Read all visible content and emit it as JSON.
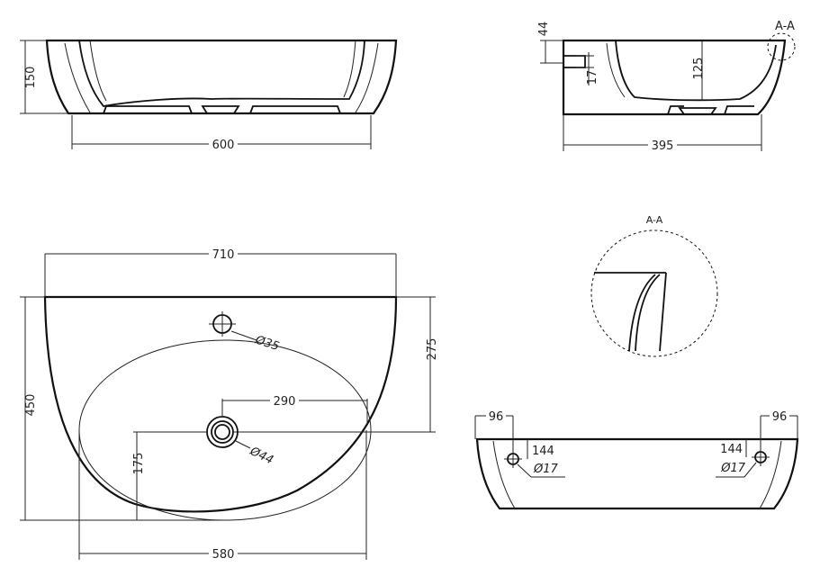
{
  "front_view": {
    "height_label": "150",
    "width_label": "600"
  },
  "side_view": {
    "depth_44_label": "44",
    "depth_17_label": "17",
    "depth_125_label": "125",
    "width_label": "395",
    "section_label": "A-A"
  },
  "detail_view": {
    "label": "A-A"
  },
  "top_view": {
    "width_710_label": "710",
    "tap_hole_label": "Ø35",
    "height_275_label": "275",
    "height_450_label": "450",
    "offset_290_label": "290",
    "drain_label": "Ø44",
    "offset_175_label": "175",
    "width_580_label": "580"
  },
  "back_view": {
    "left_offset_label": "96",
    "right_offset_label": "96",
    "left_height_label": "144",
    "right_height_label": "144",
    "left_hole_label": "Ø17",
    "right_hole_label": "Ø17"
  }
}
